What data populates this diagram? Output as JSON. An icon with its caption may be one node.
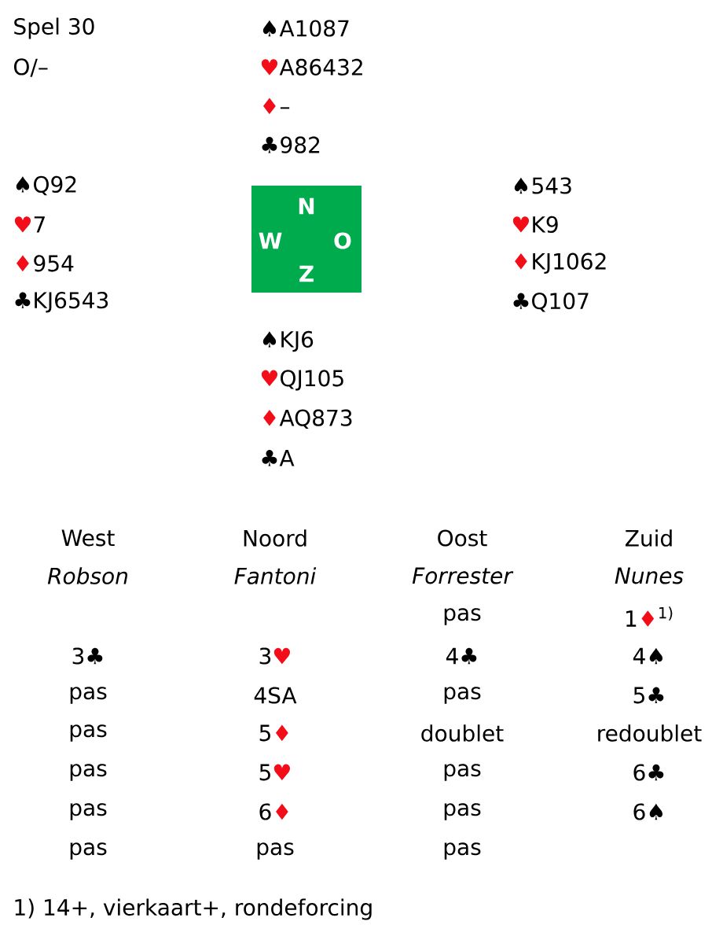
{
  "diagram": {
    "nodes": [
      {
        "text": [
          "N",
          "W",
          "O",
          "Z"
        ]
      }
    ],
    "labels": [
      "Spel 30",
      "O/–",
      "♠A1087",
      "♥A86432",
      "♦–",
      "♣982",
      "♠Q92",
      "♥7",
      "♦954",
      "♣KJ6543",
      "♠543",
      "♥K9",
      "♦KJ1062",
      "♣Q107",
      "♠KJ6",
      "♥QJ105",
      "♦AQ873",
      "♣A",
      "West",
      "Noord",
      "Oost",
      "Zuid",
      "Robson",
      "Fantoni",
      "Forrester",
      "Nunes",
      "pas",
      "1♦$^{1)}$",
      "3♣",
      "3♥",
      "4♣",
      "4♠",
      "pas",
      "4SA",
      "pas",
      "5♣",
      "pas",
      "5♦",
      "doublet",
      "redoublet",
      "pas",
      "5♥",
      "pas",
      "6♣",
      "pas",
      "6♦",
      "pas",
      "6♠",
      "pas",
      "pas",
      "pas",
      "1) 14+, vierkaart+, rondeforcing"
    ]
  }
}
